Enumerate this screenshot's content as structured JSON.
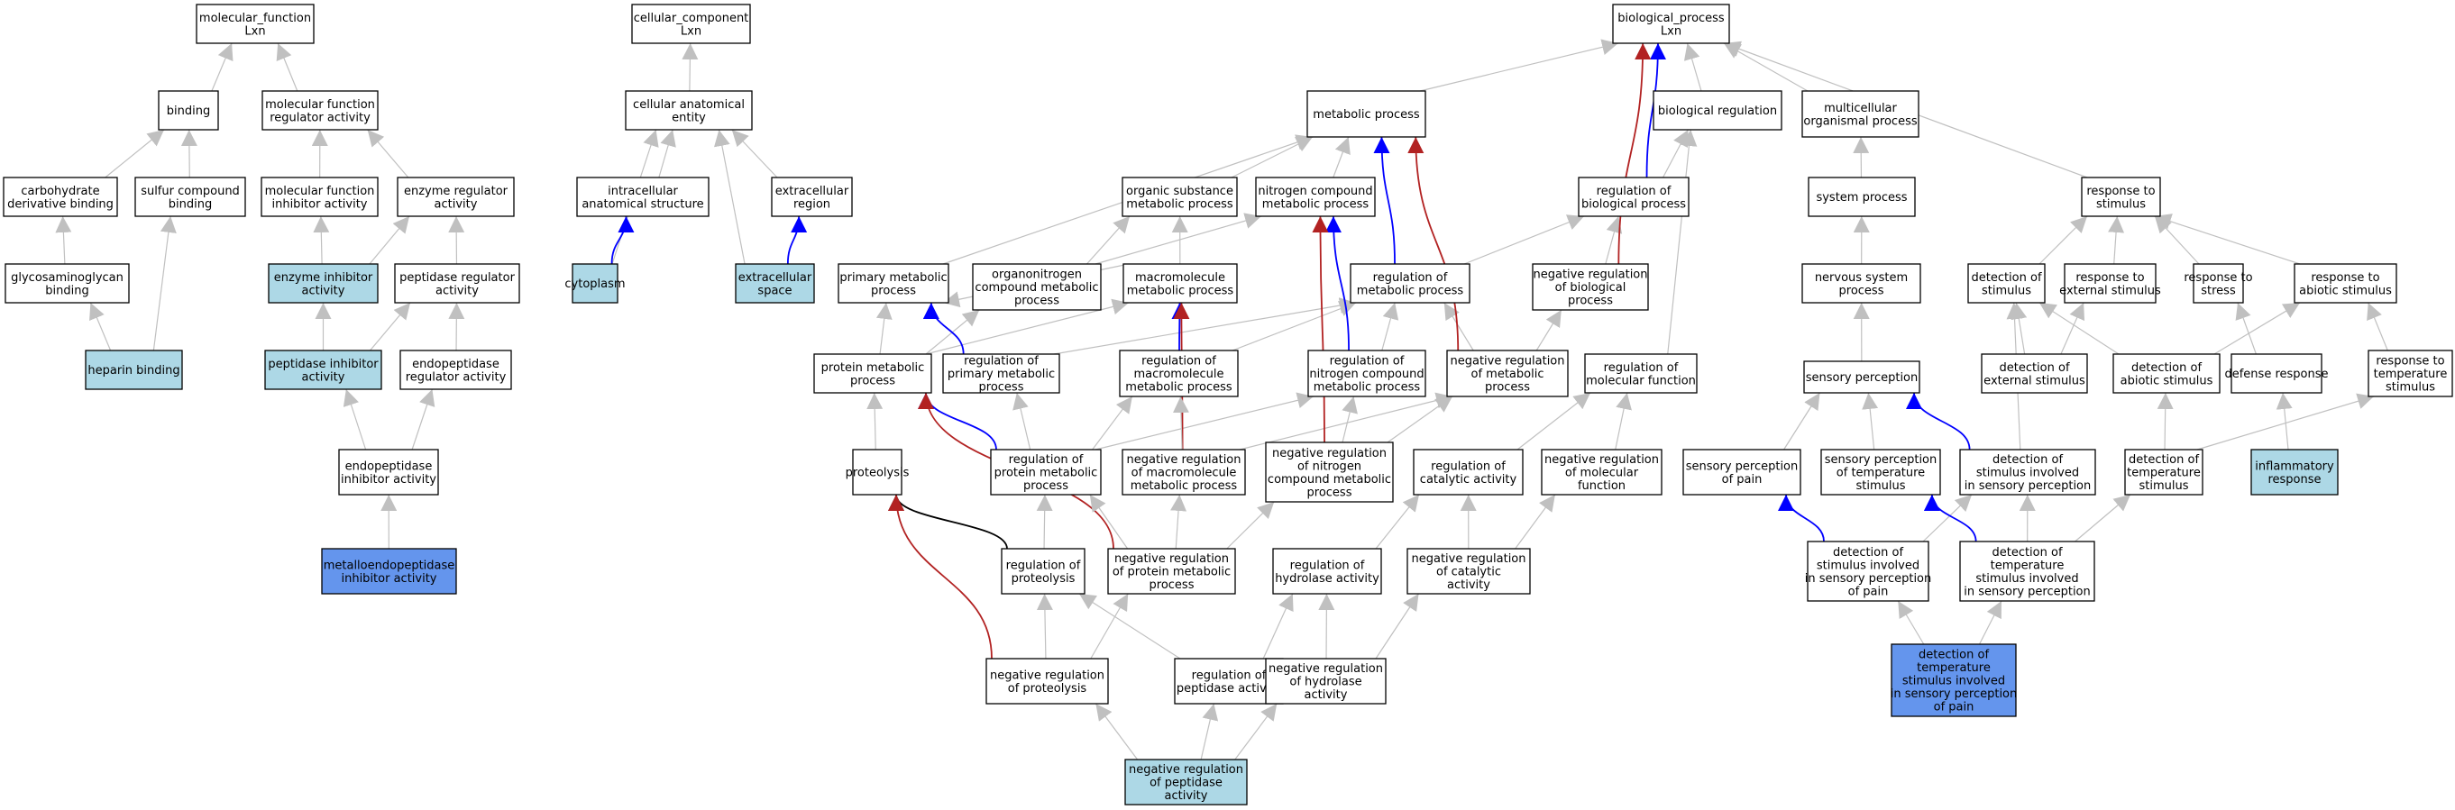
{
  "colors": {
    "default_fill": "#ffffff",
    "query_fill": "#add8e6",
    "highlight_fill": "#6495ed",
    "is_a_edge": "#c0c0c0",
    "part_of_edge": "#000000",
    "regulates_edge": "#0000ff",
    "negatively_regulates_edge": "#b22222"
  },
  "nodes": [
    {
      "id": "mf",
      "label": [
        "molecular_function",
        "Lxn"
      ],
      "fill": "default"
    },
    {
      "id": "binding",
      "label": [
        "binding"
      ],
      "fill": "default"
    },
    {
      "id": "mfra",
      "label": [
        "molecular function",
        "regulator activity"
      ],
      "fill": "default"
    },
    {
      "id": "carb",
      "label": [
        "carbohydrate",
        "derivative binding"
      ],
      "fill": "default"
    },
    {
      "id": "sulfur",
      "label": [
        "sulfur compound",
        "binding"
      ],
      "fill": "default"
    },
    {
      "id": "mfia",
      "label": [
        "molecular function",
        "inhibitor activity"
      ],
      "fill": "default"
    },
    {
      "id": "enzreg",
      "label": [
        "enzyme regulator",
        "activity"
      ],
      "fill": "default"
    },
    {
      "id": "glyco",
      "label": [
        "glycosaminoglycan",
        "binding"
      ],
      "fill": "default"
    },
    {
      "id": "enzinh",
      "label": [
        "enzyme inhibitor",
        "activity"
      ],
      "fill": "query"
    },
    {
      "id": "pepreg",
      "label": [
        "peptidase regulator",
        "activity"
      ],
      "fill": "default"
    },
    {
      "id": "heparin",
      "label": [
        "heparin binding"
      ],
      "fill": "query"
    },
    {
      "id": "pepinh",
      "label": [
        "peptidase inhibitor",
        "activity"
      ],
      "fill": "query"
    },
    {
      "id": "endoreg",
      "label": [
        "endopeptidase",
        "regulator activity"
      ],
      "fill": "default"
    },
    {
      "id": "endoinh",
      "label": [
        "endopeptidase",
        "inhibitor activity"
      ],
      "fill": "default"
    },
    {
      "id": "metallo",
      "label": [
        "metalloendopeptidase",
        "inhibitor activity"
      ],
      "fill": "highlight"
    },
    {
      "id": "cc",
      "label": [
        "cellular_component",
        "Lxn"
      ],
      "fill": "default"
    },
    {
      "id": "cae",
      "label": [
        "cellular anatomical",
        "entity"
      ],
      "fill": "default"
    },
    {
      "id": "ias",
      "label": [
        "intracellular",
        "anatomical structure"
      ],
      "fill": "default"
    },
    {
      "id": "ecr",
      "label": [
        "extracellular",
        "region"
      ],
      "fill": "default"
    },
    {
      "id": "cyto",
      "label": [
        "cytoplasm"
      ],
      "fill": "query"
    },
    {
      "id": "ecs",
      "label": [
        "extracellular",
        "space"
      ],
      "fill": "query"
    },
    {
      "id": "bp",
      "label": [
        "biological_process",
        "Lxn"
      ],
      "fill": "default"
    },
    {
      "id": "metab",
      "label": [
        "metabolic process"
      ],
      "fill": "default"
    },
    {
      "id": "bioreg",
      "label": [
        "biological regulation"
      ],
      "fill": "default"
    },
    {
      "id": "multi",
      "label": [
        "multicellular",
        "organismal process"
      ],
      "fill": "default"
    },
    {
      "id": "osmp",
      "label": [
        "organic substance",
        "metabolic process"
      ],
      "fill": "default"
    },
    {
      "id": "ncmp",
      "label": [
        "nitrogen compound",
        "metabolic process"
      ],
      "fill": "default"
    },
    {
      "id": "regbp",
      "label": [
        "regulation of",
        "biological process"
      ],
      "fill": "default"
    },
    {
      "id": "sysproc",
      "label": [
        "system process"
      ],
      "fill": "default"
    },
    {
      "id": "resp",
      "label": [
        "response to",
        "stimulus"
      ],
      "fill": "default"
    },
    {
      "id": "pmp",
      "label": [
        "primary metabolic",
        "process"
      ],
      "fill": "default"
    },
    {
      "id": "oncmp",
      "label": [
        "organonitrogen",
        "compound metabolic",
        "process"
      ],
      "fill": "default"
    },
    {
      "id": "mmp",
      "label": [
        "macromolecule",
        "metabolic process"
      ],
      "fill": "default"
    },
    {
      "id": "regmp",
      "label": [
        "regulation of",
        "metabolic process"
      ],
      "fill": "default"
    },
    {
      "id": "nrbp",
      "label": [
        "negative regulation",
        "of biological",
        "process"
      ],
      "fill": "default"
    },
    {
      "id": "nsp",
      "label": [
        "nervous system",
        "process"
      ],
      "fill": "default"
    },
    {
      "id": "detstim",
      "label": [
        "detection of",
        "stimulus"
      ],
      "fill": "default"
    },
    {
      "id": "resext",
      "label": [
        "response to",
        "external stimulus"
      ],
      "fill": "default"
    },
    {
      "id": "resstress",
      "label": [
        "response to",
        "stress"
      ],
      "fill": "default"
    },
    {
      "id": "resabio",
      "label": [
        "response to",
        "abiotic stimulus"
      ],
      "fill": "default"
    },
    {
      "id": "protmp",
      "label": [
        "protein metabolic",
        "process"
      ],
      "fill": "default"
    },
    {
      "id": "regpmp",
      "label": [
        "regulation of",
        "primary metabolic",
        "process"
      ],
      "fill": "default"
    },
    {
      "id": "regmmp",
      "label": [
        "regulation of",
        "macromolecule",
        "metabolic process"
      ],
      "fill": "default"
    },
    {
      "id": "regncmp",
      "label": [
        "regulation of",
        "nitrogen compound",
        "metabolic process"
      ],
      "fill": "default"
    },
    {
      "id": "nregmp",
      "label": [
        "negative regulation",
        "of metabolic",
        "process"
      ],
      "fill": "default"
    },
    {
      "id": "regmf",
      "label": [
        "regulation of",
        "molecular function"
      ],
      "fill": "default"
    },
    {
      "id": "sensperc",
      "label": [
        "sensory perception"
      ],
      "fill": "default"
    },
    {
      "id": "detext",
      "label": [
        "detection of",
        "external stimulus"
      ],
      "fill": "default"
    },
    {
      "id": "detabio",
      "label": [
        "detection of",
        "abiotic stimulus"
      ],
      "fill": "default"
    },
    {
      "id": "defresp",
      "label": [
        "defense response"
      ],
      "fill": "default"
    },
    {
      "id": "restemp",
      "label": [
        "response to",
        "temperature",
        "stimulus"
      ],
      "fill": "default"
    },
    {
      "id": "proteo",
      "label": [
        "proteolysis"
      ],
      "fill": "default"
    },
    {
      "id": "regprotmp",
      "label": [
        "regulation of",
        "protein metabolic",
        "process"
      ],
      "fill": "default"
    },
    {
      "id": "nregmmp",
      "label": [
        "negative regulation",
        "of macromolecule",
        "metabolic process"
      ],
      "fill": "default"
    },
    {
      "id": "nregncmp",
      "label": [
        "negative regulation",
        "of nitrogen",
        "compound metabolic",
        "process"
      ],
      "fill": "default"
    },
    {
      "id": "regcat",
      "label": [
        "regulation of",
        "catalytic activity"
      ],
      "fill": "default"
    },
    {
      "id": "nregmf",
      "label": [
        "negative regulation",
        "of molecular",
        "function"
      ],
      "fill": "default"
    },
    {
      "id": "spain",
      "label": [
        "sensory perception",
        "of pain"
      ],
      "fill": "default"
    },
    {
      "id": "stemp",
      "label": [
        "sensory perception",
        "of temperature",
        "stimulus"
      ],
      "fill": "default"
    },
    {
      "id": "detsisp",
      "label": [
        "detection of",
        "stimulus involved",
        "in sensory perception"
      ],
      "fill": "default"
    },
    {
      "id": "dettemp",
      "label": [
        "detection of",
        "temperature",
        "stimulus"
      ],
      "fill": "default"
    },
    {
      "id": "inflam",
      "label": [
        "inflammatory",
        "response"
      ],
      "fill": "query"
    },
    {
      "id": "regproteo",
      "label": [
        "regulation of",
        "proteolysis"
      ],
      "fill": "default"
    },
    {
      "id": "nregprotmp",
      "label": [
        "negative regulation",
        "of protein metabolic",
        "process"
      ],
      "fill": "default"
    },
    {
      "id": "reghydro",
      "label": [
        "regulation of",
        "hydrolase activity"
      ],
      "fill": "default"
    },
    {
      "id": "nregcat",
      "label": [
        "negative regulation",
        "of catalytic",
        "activity"
      ],
      "fill": "default"
    },
    {
      "id": "detsispain",
      "label": [
        "detection of",
        "stimulus involved",
        "in sensory perception",
        "of pain"
      ],
      "fill": "default"
    },
    {
      "id": "dettempsp",
      "label": [
        "detection of",
        "temperature",
        "stimulus involved",
        "in sensory perception"
      ],
      "fill": "default"
    },
    {
      "id": "nregproteo",
      "label": [
        "negative regulation",
        "of proteolysis"
      ],
      "fill": "default"
    },
    {
      "id": "regpep",
      "label": [
        "regulation of",
        "peptidase activity"
      ],
      "fill": "default"
    },
    {
      "id": "nreghydro",
      "label": [
        "negative regulation",
        "of hydrolase",
        "activity"
      ],
      "fill": "default"
    },
    {
      "id": "dettemppain",
      "label": [
        "detection of",
        "temperature",
        "stimulus involved",
        "in sensory perception",
        "of pain"
      ],
      "fill": "highlight"
    },
    {
      "id": "nregpep",
      "label": [
        "negative regulation",
        "of peptidase",
        "activity"
      ],
      "fill": "query"
    }
  ],
  "edges": [
    [
      "binding",
      "mf",
      "is_a"
    ],
    [
      "mfra",
      "mf",
      "is_a"
    ],
    [
      "carb",
      "binding",
      "is_a"
    ],
    [
      "sulfur",
      "binding",
      "is_a"
    ],
    [
      "mfia",
      "mfra",
      "is_a"
    ],
    [
      "enzreg",
      "mfra",
      "is_a"
    ],
    [
      "glyco",
      "carb",
      "is_a"
    ],
    [
      "enzinh",
      "mfia",
      "is_a"
    ],
    [
      "enzinh",
      "enzreg",
      "is_a"
    ],
    [
      "pepreg",
      "enzreg",
      "is_a"
    ],
    [
      "heparin",
      "glyco",
      "is_a"
    ],
    [
      "heparin",
      "sulfur",
      "is_a"
    ],
    [
      "pepinh",
      "enzinh",
      "is_a"
    ],
    [
      "pepinh",
      "pepreg",
      "is_a"
    ],
    [
      "endoreg",
      "pepreg",
      "is_a"
    ],
    [
      "endoinh",
      "pepinh",
      "is_a"
    ],
    [
      "endoinh",
      "endoreg",
      "is_a"
    ],
    [
      "metallo",
      "endoinh",
      "is_a"
    ],
    [
      "cae",
      "cc",
      "is_a"
    ],
    [
      "ias",
      "cae",
      "is_a"
    ],
    [
      "ecr",
      "cae",
      "is_a"
    ],
    [
      "cyto",
      "cae",
      "is_a"
    ],
    [
      "cyto",
      "ias",
      "part_of_blue"
    ],
    [
      "ecs",
      "cae",
      "is_a"
    ],
    [
      "ecs",
      "ecr",
      "part_of_blue"
    ],
    [
      "metab",
      "bp",
      "is_a"
    ],
    [
      "bioreg",
      "bp",
      "is_a"
    ],
    [
      "multi",
      "bp",
      "is_a"
    ],
    [
      "osmp",
      "metab",
      "is_a"
    ],
    [
      "ncmp",
      "metab",
      "is_a"
    ],
    [
      "regbp",
      "bioreg",
      "is_a"
    ],
    [
      "regbp",
      "bp",
      "regulates"
    ],
    [
      "sysproc",
      "multi",
      "is_a"
    ],
    [
      "resp",
      "bp",
      "is_a"
    ],
    [
      "pmp",
      "metab",
      "is_a"
    ],
    [
      "oncmp",
      "osmp",
      "is_a"
    ],
    [
      "oncmp",
      "ncmp",
      "is_a"
    ],
    [
      "mmp",
      "osmp",
      "is_a"
    ],
    [
      "mmp",
      "pmp",
      "is_a"
    ],
    [
      "regmp",
      "regbp",
      "is_a"
    ],
    [
      "regmp",
      "metab",
      "regulates"
    ],
    [
      "nrbp",
      "regbp",
      "is_a"
    ],
    [
      "nrbp",
      "bp",
      "negatively_regulates"
    ],
    [
      "nsp",
      "sysproc",
      "is_a"
    ],
    [
      "detstim",
      "resp",
      "is_a"
    ],
    [
      "resext",
      "resp",
      "is_a"
    ],
    [
      "resstress",
      "resp",
      "is_a"
    ],
    [
      "resabio",
      "resp",
      "is_a"
    ],
    [
      "protmp",
      "pmp",
      "is_a"
    ],
    [
      "protmp",
      "mmp",
      "is_a"
    ],
    [
      "protmp",
      "oncmp",
      "is_a"
    ],
    [
      "regpmp",
      "regmp",
      "is_a"
    ],
    [
      "regpmp",
      "pmp",
      "regulates"
    ],
    [
      "regmmp",
      "regmp",
      "is_a"
    ],
    [
      "regmmp",
      "mmp",
      "regulates"
    ],
    [
      "regncmp",
      "regmp",
      "is_a"
    ],
    [
      "regncmp",
      "ncmp",
      "regulates"
    ],
    [
      "nregmp",
      "regmp",
      "is_a"
    ],
    [
      "nregmp",
      "nrbp",
      "is_a"
    ],
    [
      "nregmp",
      "metab",
      "negatively_regulates"
    ],
    [
      "regmf",
      "bioreg",
      "is_a"
    ],
    [
      "sensperc",
      "nsp",
      "is_a"
    ],
    [
      "detext",
      "detstim",
      "is_a"
    ],
    [
      "detext",
      "resext",
      "is_a"
    ],
    [
      "detabio",
      "detstim",
      "is_a"
    ],
    [
      "detabio",
      "resabio",
      "is_a"
    ],
    [
      "defresp",
      "resstress",
      "is_a"
    ],
    [
      "restemp",
      "resabio",
      "is_a"
    ],
    [
      "proteo",
      "protmp",
      "is_a"
    ],
    [
      "regprotmp",
      "protmp",
      "regulates"
    ],
    [
      "regprotmp",
      "regpmp",
      "is_a"
    ],
    [
      "regprotmp",
      "regmmp",
      "is_a"
    ],
    [
      "regprotmp",
      "regncmp",
      "is_a"
    ],
    [
      "nregmmp",
      "mmp",
      "negatively_regulates"
    ],
    [
      "nregmmp",
      "regmmp",
      "is_a"
    ],
    [
      "nregmmp",
      "nregmp",
      "is_a"
    ],
    [
      "nregncmp",
      "ncmp",
      "negatively_regulates"
    ],
    [
      "nregncmp",
      "regncmp",
      "is_a"
    ],
    [
      "nregncmp",
      "nregmp",
      "is_a"
    ],
    [
      "regcat",
      "regmf",
      "is_a"
    ],
    [
      "nregmf",
      "regmf",
      "is_a"
    ],
    [
      "spain",
      "sensperc",
      "is_a"
    ],
    [
      "stemp",
      "sensperc",
      "is_a"
    ],
    [
      "detsisp",
      "sensperc",
      "regulates"
    ],
    [
      "detsisp",
      "detstim",
      "is_a"
    ],
    [
      "dettemp",
      "detabio",
      "is_a"
    ],
    [
      "dettemp",
      "restemp",
      "is_a"
    ],
    [
      "inflam",
      "defresp",
      "is_a"
    ],
    [
      "regproteo",
      "proteo",
      "part_of"
    ],
    [
      "regproteo",
      "regprotmp",
      "is_a"
    ],
    [
      "nregprotmp",
      "protmp",
      "negatively_regulates"
    ],
    [
      "nregprotmp",
      "regprotmp",
      "is_a"
    ],
    [
      "nregprotmp",
      "nregmmp",
      "is_a"
    ],
    [
      "nregprotmp",
      "nregncmp",
      "is_a"
    ],
    [
      "reghydro",
      "regcat",
      "is_a"
    ],
    [
      "nregcat",
      "regcat",
      "is_a"
    ],
    [
      "nregcat",
      "nregmf",
      "is_a"
    ],
    [
      "detsispain",
      "spain",
      "regulates"
    ],
    [
      "detsispain",
      "detsisp",
      "is_a"
    ],
    [
      "dettempsp",
      "stemp",
      "regulates"
    ],
    [
      "dettempsp",
      "detsisp",
      "is_a"
    ],
    [
      "dettempsp",
      "dettemp",
      "is_a"
    ],
    [
      "nregproteo",
      "proteo",
      "negatively_regulates"
    ],
    [
      "nregproteo",
      "regproteo",
      "is_a"
    ],
    [
      "nregproteo",
      "nregprotmp",
      "is_a"
    ],
    [
      "regpep",
      "regproteo",
      "is_a"
    ],
    [
      "regpep",
      "reghydro",
      "is_a"
    ],
    [
      "nreghydro",
      "reghydro",
      "is_a"
    ],
    [
      "nreghydro",
      "nregcat",
      "is_a"
    ],
    [
      "dettemppain",
      "detsispain",
      "is_a"
    ],
    [
      "dettemppain",
      "dettempsp",
      "is_a"
    ],
    [
      "nregpep",
      "nregproteo",
      "is_a"
    ],
    [
      "nregpep",
      "regpep",
      "is_a"
    ],
    [
      "nregpep",
      "nreghydro",
      "is_a"
    ]
  ]
}
